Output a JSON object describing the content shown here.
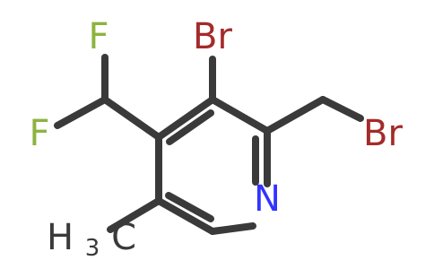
{
  "molecule": {
    "atoms": {
      "br_ring": "Br",
      "br_methyl": "Br",
      "f_top": "F",
      "f_bottom": "F",
      "n": "N",
      "methyl_h": "H",
      "methyl_sub": "3",
      "methyl_c": "C"
    },
    "colors": {
      "bond": "#3a3a3a",
      "bromine": "#a52a2a",
      "fluorine": "#8db33f",
      "nitrogen": "#3333ff",
      "carbon": "#3a3a3a"
    }
  }
}
